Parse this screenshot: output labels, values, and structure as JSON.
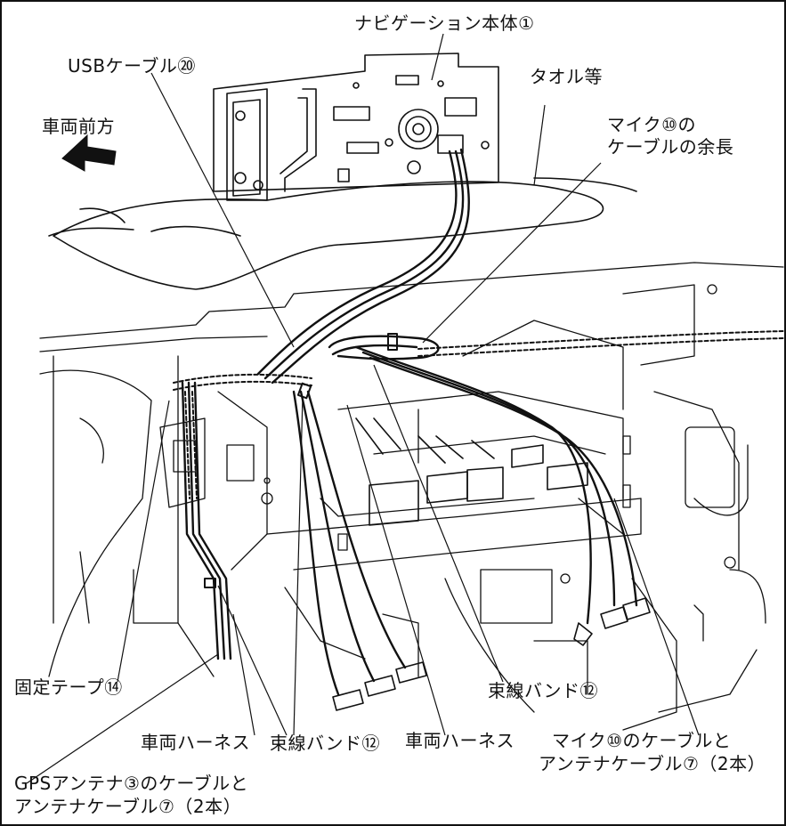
{
  "labels": {
    "navi_unit": "ナビゲーション本体①",
    "usb_cable": "USBケーブル⑳",
    "towel": "タオル等",
    "vehicle_front": "車両前方",
    "mic_cable_line1": "マイク⑩の",
    "mic_cable_line2": "ケーブルの余長",
    "fixing_tape": "固定テープ⑭",
    "binding_band_right": "束線バンド⑫",
    "vehicle_harness_left": "車両ハーネス",
    "binding_band_left": "束線バンド⑫",
    "vehicle_harness_center": "車両ハーネス",
    "mic_antenna_line1": "マイク⑩のケーブルと",
    "mic_antenna_line2": "アンテナケーブル⑦（2本）",
    "gps_line1": "GPSアンテナ③のケーブルと",
    "gps_line2": "アンテナケーブル⑦（2本）"
  },
  "icons": {
    "direction_arrow": "arrow-up-left-icon"
  },
  "colors": {
    "ink": "#111111",
    "background": "#ffffff"
  }
}
